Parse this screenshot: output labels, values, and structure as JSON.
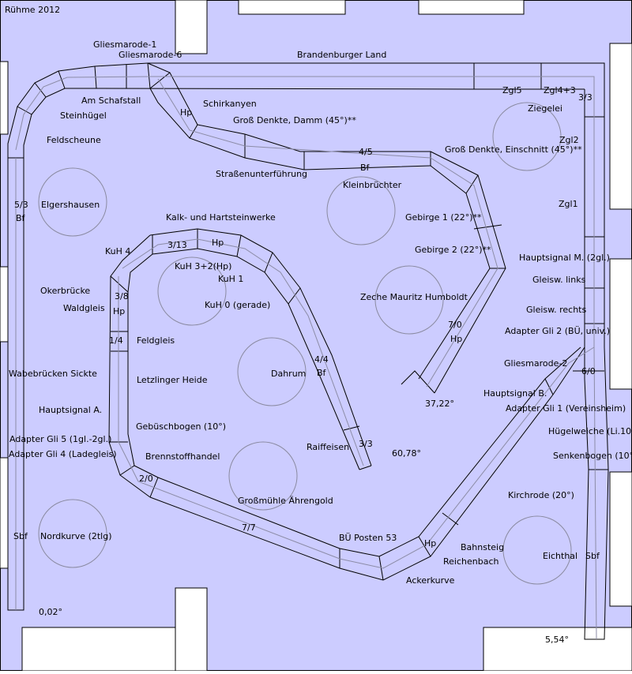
{
  "title": "Rühme 2012",
  "colors": {
    "background": "#ccccff",
    "line": "#000000",
    "center_line": "#8c8ca6"
  },
  "labels": {
    "gliesmarode1": "Gliesmarode-1",
    "gliesmarode6": "Gliesmarode-6",
    "brandenburger": "Brandenburger Land",
    "zgl5": "Zgl5",
    "zgl4_3": "Zgl4+3",
    "am_schafstall": "Am Schafstall",
    "schirkanyen": "Schirkanyen",
    "steinhuegel": "Steinhügel",
    "hp_top": "Hp",
    "gross_denkte_damm": "Groß Denkte, Damm (45°)**",
    "ziegelei": "Ziegelei",
    "three_three": "3/3",
    "feldscheune": "Feldscheune",
    "four_five": "4/5",
    "gross_denkte_einschnitt": "Groß Denkte, Einschnitt (45°)**",
    "zgl2": "Zgl2",
    "bf_mid": "Bf",
    "strassenunterfuehrung": "Straßenunterführung",
    "kleinbruechter": "Kleinbrüchter",
    "five_three": "5/3",
    "bf_left": "Bf",
    "elgershausen": "Elgershausen",
    "zgl1": "Zgl1",
    "gebirge1": "Gebirge 1 (22°)**",
    "kalk": "Kalk- und Hartsteinwerke",
    "three_thirteen": "3/13",
    "hp_kuh": "Hp",
    "gebirge2": "Gebirge 2 (22°)**",
    "kuh4": "KuH 4",
    "kuh3": "KuH 3+2(Hp)",
    "kuh1": "KuH 1",
    "hauptsignal_m": "Hauptsignal M. (2gl.)",
    "three_eight": "3/8",
    "hp_38": "Hp",
    "okerbruecke": "Okerbrücke",
    "gleisw_links": "Gleisw. links",
    "waldgleis": "Waldgleis",
    "kuh0": "KuH 0 (gerade)",
    "zeche": "Zeche Mauritz Humboldt",
    "gleisw_rechts": "Gleisw. rechts",
    "seven_zero": "7/0",
    "adapter_gli2": "Adapter Gli 2 (BÜ, univ.)",
    "one_four": "1/4",
    "feldgleis": "Feldgleis",
    "hp_70": "Hp",
    "four_four": "4/4",
    "gliesmarode2": "Gliesmarode-2",
    "wabebruecken": "Wabebrücken Sickte",
    "dahrum": "Dahrum",
    "bf_44": "Bf",
    "six_zero": "6/0",
    "letzlinger": "Letzlinger Heide",
    "hauptsignal_b": "Hauptsignal B.",
    "angle_3722": "37,22°",
    "hauptsignal_a": "Hauptsignal A.",
    "adapter_gli1": "Adapter Gli 1 (Vereinsheim)",
    "gebueschbogen": "Gebüschbogen (10°)",
    "huegelweiche": "Hügelweiche (Li.10°)",
    "adapter_gli5": "Adapter Gli 5 (1gl.-2gl.)",
    "raiffeisen": "Raiffeisen",
    "three_three_b": "3/3",
    "angle_6078": "60,78°",
    "adapter_gli4": "Adapter Gli 4 (Ladegleis)",
    "brennstoff": "Brennstoffhandel",
    "senkenbogen": "Senkenbogen (10°)",
    "two_zero": "2/0",
    "grossmuehle": "Großmühle Ährengold",
    "kirchrode": "Kirchrode (20°)",
    "seven_seven": "7/7",
    "sbf_left": "Sbf",
    "nordkurve": "Nordkurve (2tlg)",
    "bue_posten": "BÜ Posten 53",
    "hp_bottom": "Hp",
    "bahnsteig": "Bahnsteig",
    "reichenbach": "Reichenbach",
    "eichthal": "Eichthal",
    "sbf_right": "Sbf",
    "ackerkurve": "Ackerkurve",
    "angle_002": "0,02°",
    "angle_554": "5,54°"
  }
}
